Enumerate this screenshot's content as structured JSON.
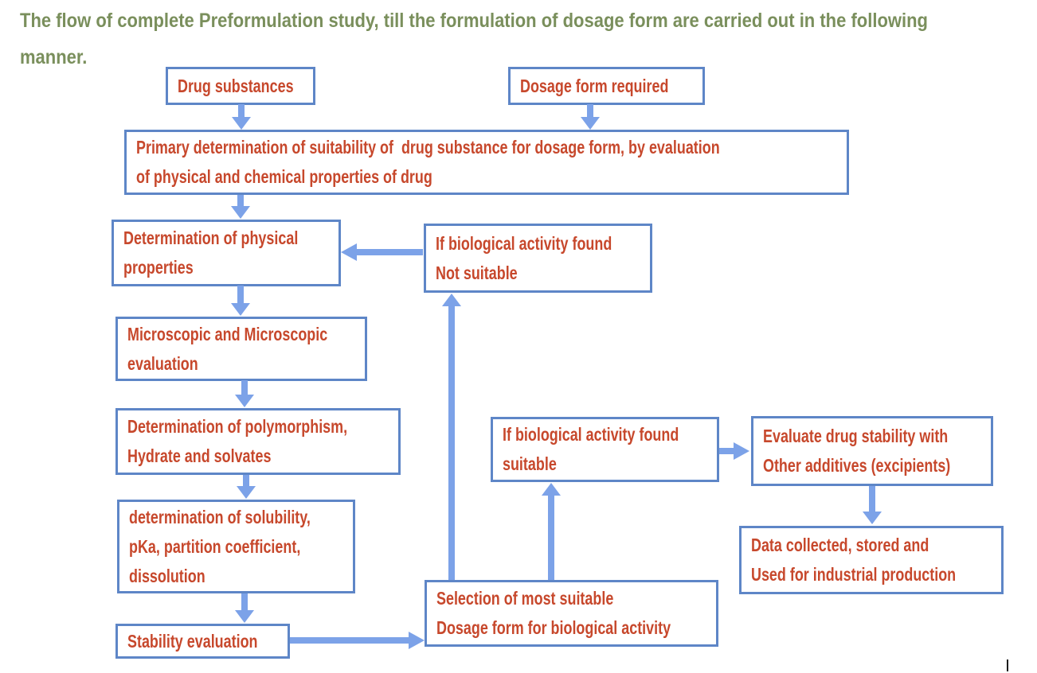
{
  "title": {
    "line1": "The flow of complete Preformulation study, till the formulation of dosage form are carried out in the following",
    "line2": "manner."
  },
  "colors": {
    "title-text": "#7A8F5C",
    "box-border": "#5E86C7",
    "box-text": "#C7482C",
    "arrow": "#7CA2E8",
    "cursor": "#1C1C1C",
    "background": "#ffffff"
  },
  "nodes": {
    "drug_substances": {
      "lines": [
        "Drug substances"
      ]
    },
    "dosage_form_required": {
      "lines": [
        "Dosage form required"
      ]
    },
    "primary_determination": {
      "lines": [
        "Primary determination of suitability of  drug substance for dosage form, by evaluation",
        "of physical and chemical properties of drug"
      ]
    },
    "physical_properties": {
      "lines": [
        "Determination of physical",
        "properties"
      ]
    },
    "not_suitable": {
      "lines": [
        "If biological activity found",
        "Not suitable"
      ]
    },
    "microscopic": {
      "lines": [
        "Microscopic and Microscopic",
        "evaluation"
      ]
    },
    "polymorphism": {
      "lines": [
        "Determination of polymorphism,",
        "Hydrate and solvates"
      ]
    },
    "solubility": {
      "lines": [
        "determination of solubility,",
        "pKa, partition coefficient,",
        "dissolution"
      ]
    },
    "stability": {
      "lines": [
        "Stability evaluation"
      ]
    },
    "selection": {
      "lines": [
        "Selection of most suitable",
        "Dosage form for biological activity"
      ]
    },
    "suitable": {
      "lines": [
        "If biological activity found",
        "suitable"
      ]
    },
    "evaluate_stability": {
      "lines": [
        "Evaluate drug stability with",
        "Other additives (excipients)"
      ]
    },
    "data_collected": {
      "lines": [
        "Data collected, stored and",
        "Used for industrial production"
      ]
    }
  }
}
